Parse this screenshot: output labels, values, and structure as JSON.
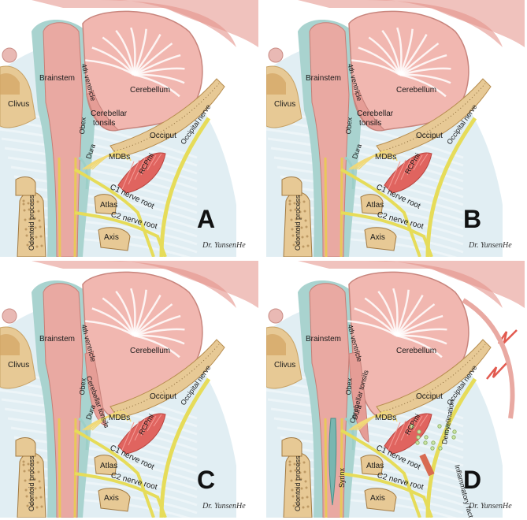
{
  "labels": {
    "brainstem": "Brainstem",
    "ventricle": "4th ventricle",
    "cerebellum": "Cerebellum",
    "clivus": "Clivus",
    "obex": "Obex",
    "tonsils_two_line": [
      "Cerebellar",
      "tonsils"
    ],
    "tonsils_one_line": "Cerebellar tonsils",
    "occiput": "Occiput",
    "occipital_nerve": "Occipital nerve",
    "dura": "Dura",
    "mdbs": "MDBs",
    "rcpmi": "RCPmi",
    "c1_nerve_root": "C1 nerve root",
    "c2_nerve_root": "C2 nerve root",
    "odontoid": "Odontoid process",
    "atlas": "Atlas",
    "axis": "Axis",
    "syrinx": "Syrinx",
    "demyelination": "Demyelination",
    "inflammatory_factors": "Inflammatory factors"
  },
  "panels": [
    {
      "letter": "A",
      "signature": "Dr. YunsenHe"
    },
    {
      "letter": "B",
      "signature": "Dr. YunsenHe"
    },
    {
      "letter": "C",
      "signature": "Dr. YunsenHe"
    },
    {
      "letter": "D",
      "signature": "Dr. YunsenHe"
    }
  ],
  "colors": {
    "tissue_pink": "#e9a9a2",
    "cerebellum_pink": "#f1b7b0",
    "csf_teal": "#a9d3cf",
    "bone_tan": "#e7c995",
    "nerve_yellow": "#e6dc59",
    "muscle_red": "#e0645f",
    "background_tissue": "#d9eaf0"
  }
}
